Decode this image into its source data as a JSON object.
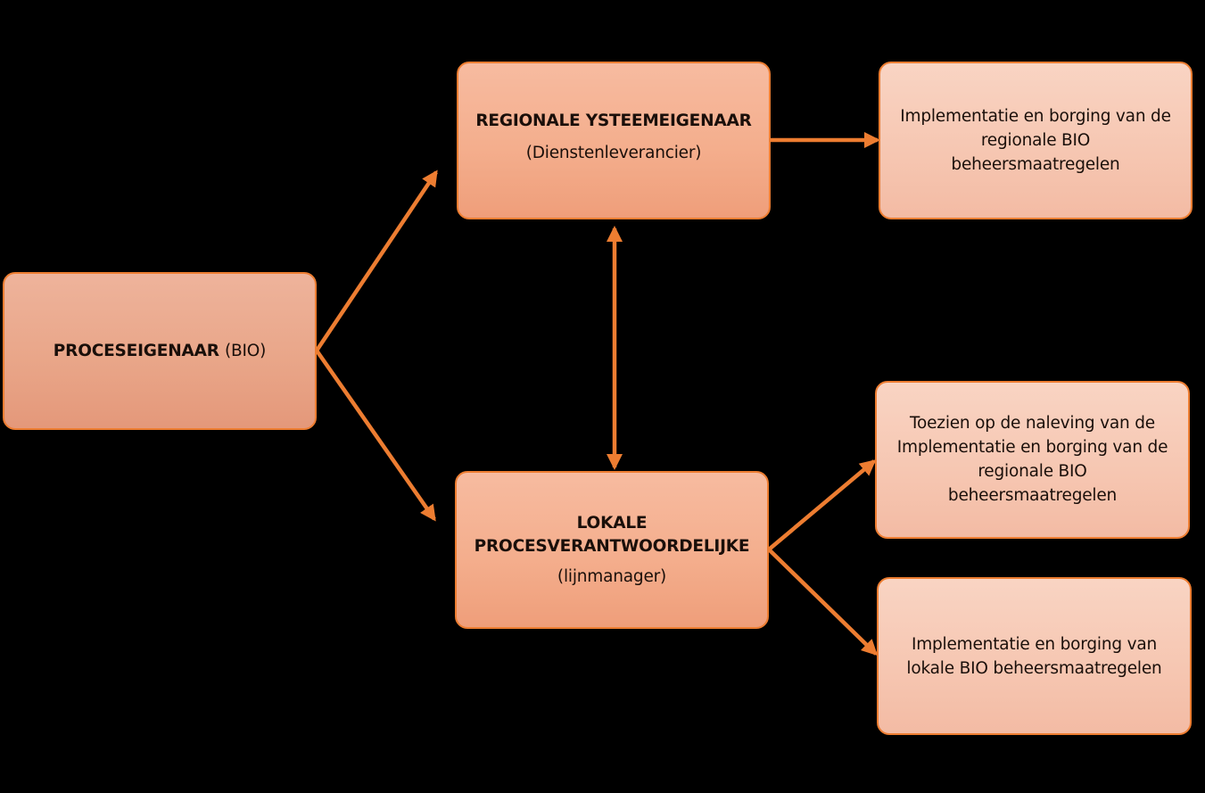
{
  "diagram": {
    "colors": {
      "background": "#000000",
      "accent": "#ED7D31",
      "role_fill": "#F4AE8D",
      "task_fill": "#F6C6B1",
      "text": "#1a0f0a"
    },
    "nodes": {
      "process_owner": {
        "title": "PROCESEIGENAAR",
        "subtitle": "(BIO)"
      },
      "regional_system_owner": {
        "title": "REGIONALE YSTEEMEIGENAAR",
        "subtitle": "(Dienstenleverancier)"
      },
      "local_process_responsible": {
        "title": "LOKALE PROCESVERANTWOORDELIJKE",
        "subtitle": "(lijnmanager)"
      },
      "task_regional_implementation": {
        "text": "Implementatie en borging van de\nregionale BIO\nbeheersmaatregelen"
      },
      "task_supervise_compliance": {
        "text": "Toezien op de naleving van de\nImplementatie en borging van de\nregionale BIO\nbeheersmaatregelen"
      },
      "task_local_implementation": {
        "text": "Implementatie en borging van\nlokale BIO beheersmaatregelen"
      }
    },
    "edges": [
      {
        "from": "process_owner",
        "to": "regional_system_owner",
        "direction": "forward"
      },
      {
        "from": "process_owner",
        "to": "local_process_responsible",
        "direction": "forward"
      },
      {
        "from": "regional_system_owner",
        "to": "task_regional_implementation",
        "direction": "forward"
      },
      {
        "from": "regional_system_owner",
        "to": "local_process_responsible",
        "direction": "both"
      },
      {
        "from": "local_process_responsible",
        "to": "task_supervise_compliance",
        "direction": "forward"
      },
      {
        "from": "local_process_responsible",
        "to": "task_local_implementation",
        "direction": "forward"
      }
    ]
  }
}
